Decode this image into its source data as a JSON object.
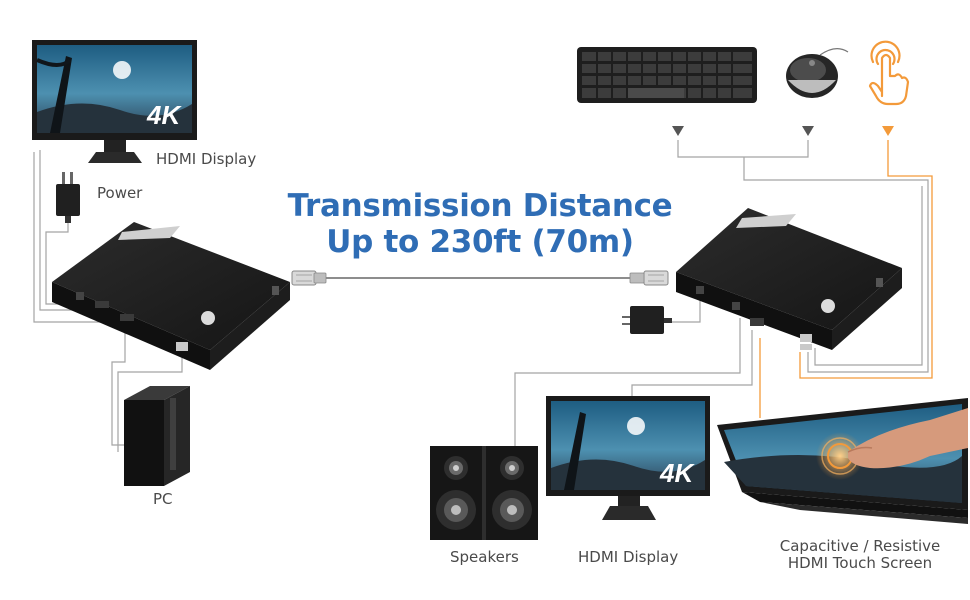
{
  "headline": {
    "line1": "Transmission Distance",
    "line2": "Up to 230ft (70m)"
  },
  "labels": {
    "hdmi_display_top": "HDMI Display",
    "power": "Power",
    "pc": "PC",
    "speakers": "Speakers",
    "hdmi_display_bottom": "HDMI Display",
    "touch_screen_line1": "Capacitive / Resistive",
    "touch_screen_line2": "HDMI Touch Screen"
  },
  "screen_badge": "4K",
  "colors": {
    "headline": "#2f6db5",
    "touch_accent": "#f39a3a",
    "cable": "#9a9a9a",
    "device": "#1c1c1c"
  },
  "icons": [
    "monitor-icon",
    "power-adapter-icon",
    "transmitter-icon",
    "pc-tower-icon",
    "keyboard-icon",
    "mouse-icon",
    "touch-hand-icon",
    "receiver-icon",
    "speakers-icon",
    "touch-screen-icon"
  ]
}
